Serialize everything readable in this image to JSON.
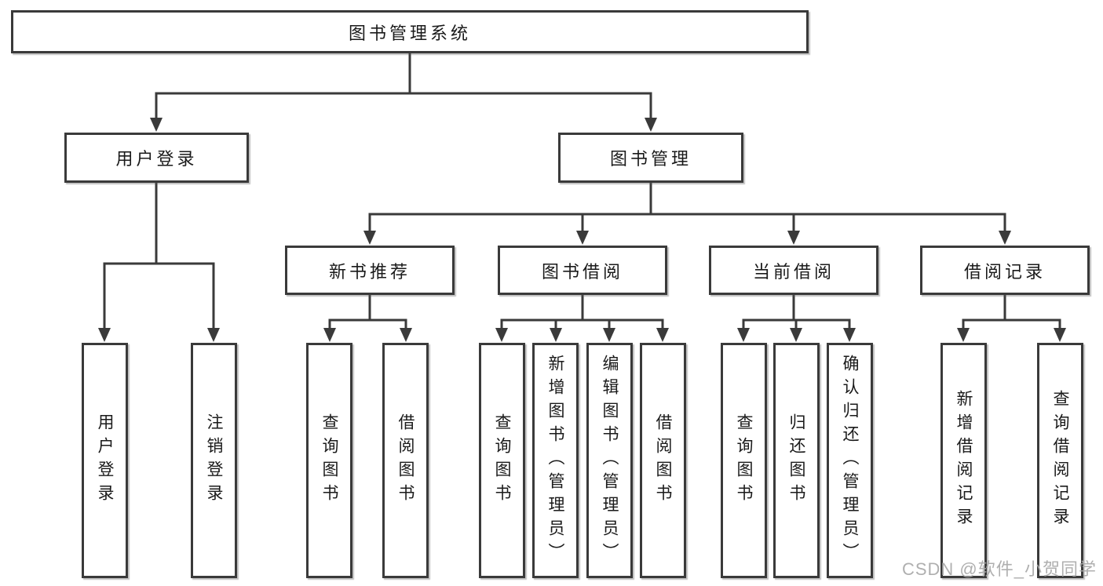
{
  "diagram": {
    "root": "图书管理系统",
    "branches": [
      {
        "label": "用户登录",
        "children": [
          "用户登录",
          "注销登录"
        ]
      },
      {
        "label": "图书管理",
        "sections": [
          {
            "label": "新书推荐",
            "children": [
              "查询图书",
              "借阅图书"
            ]
          },
          {
            "label": "图书借阅",
            "children": [
              "查询图书",
              "新增图书（管理员）",
              "编辑图书（管理员）",
              "借阅图书"
            ]
          },
          {
            "label": "当前借阅",
            "children": [
              "查询图书",
              "归还图书",
              "确认归还（管理员）"
            ]
          },
          {
            "label": "借阅记录",
            "children": [
              "新增借阅记录",
              "查询借阅记录"
            ]
          }
        ]
      }
    ]
  },
  "watermark": "CSDN @软件_小贺同学",
  "colors": {
    "line": "#3a3a3a",
    "box_border": "#3a3a3a",
    "box_fill": "#ffffff",
    "text": "#1a1a1a",
    "watermark": "#a8a8a8",
    "background": "#ffffff"
  }
}
